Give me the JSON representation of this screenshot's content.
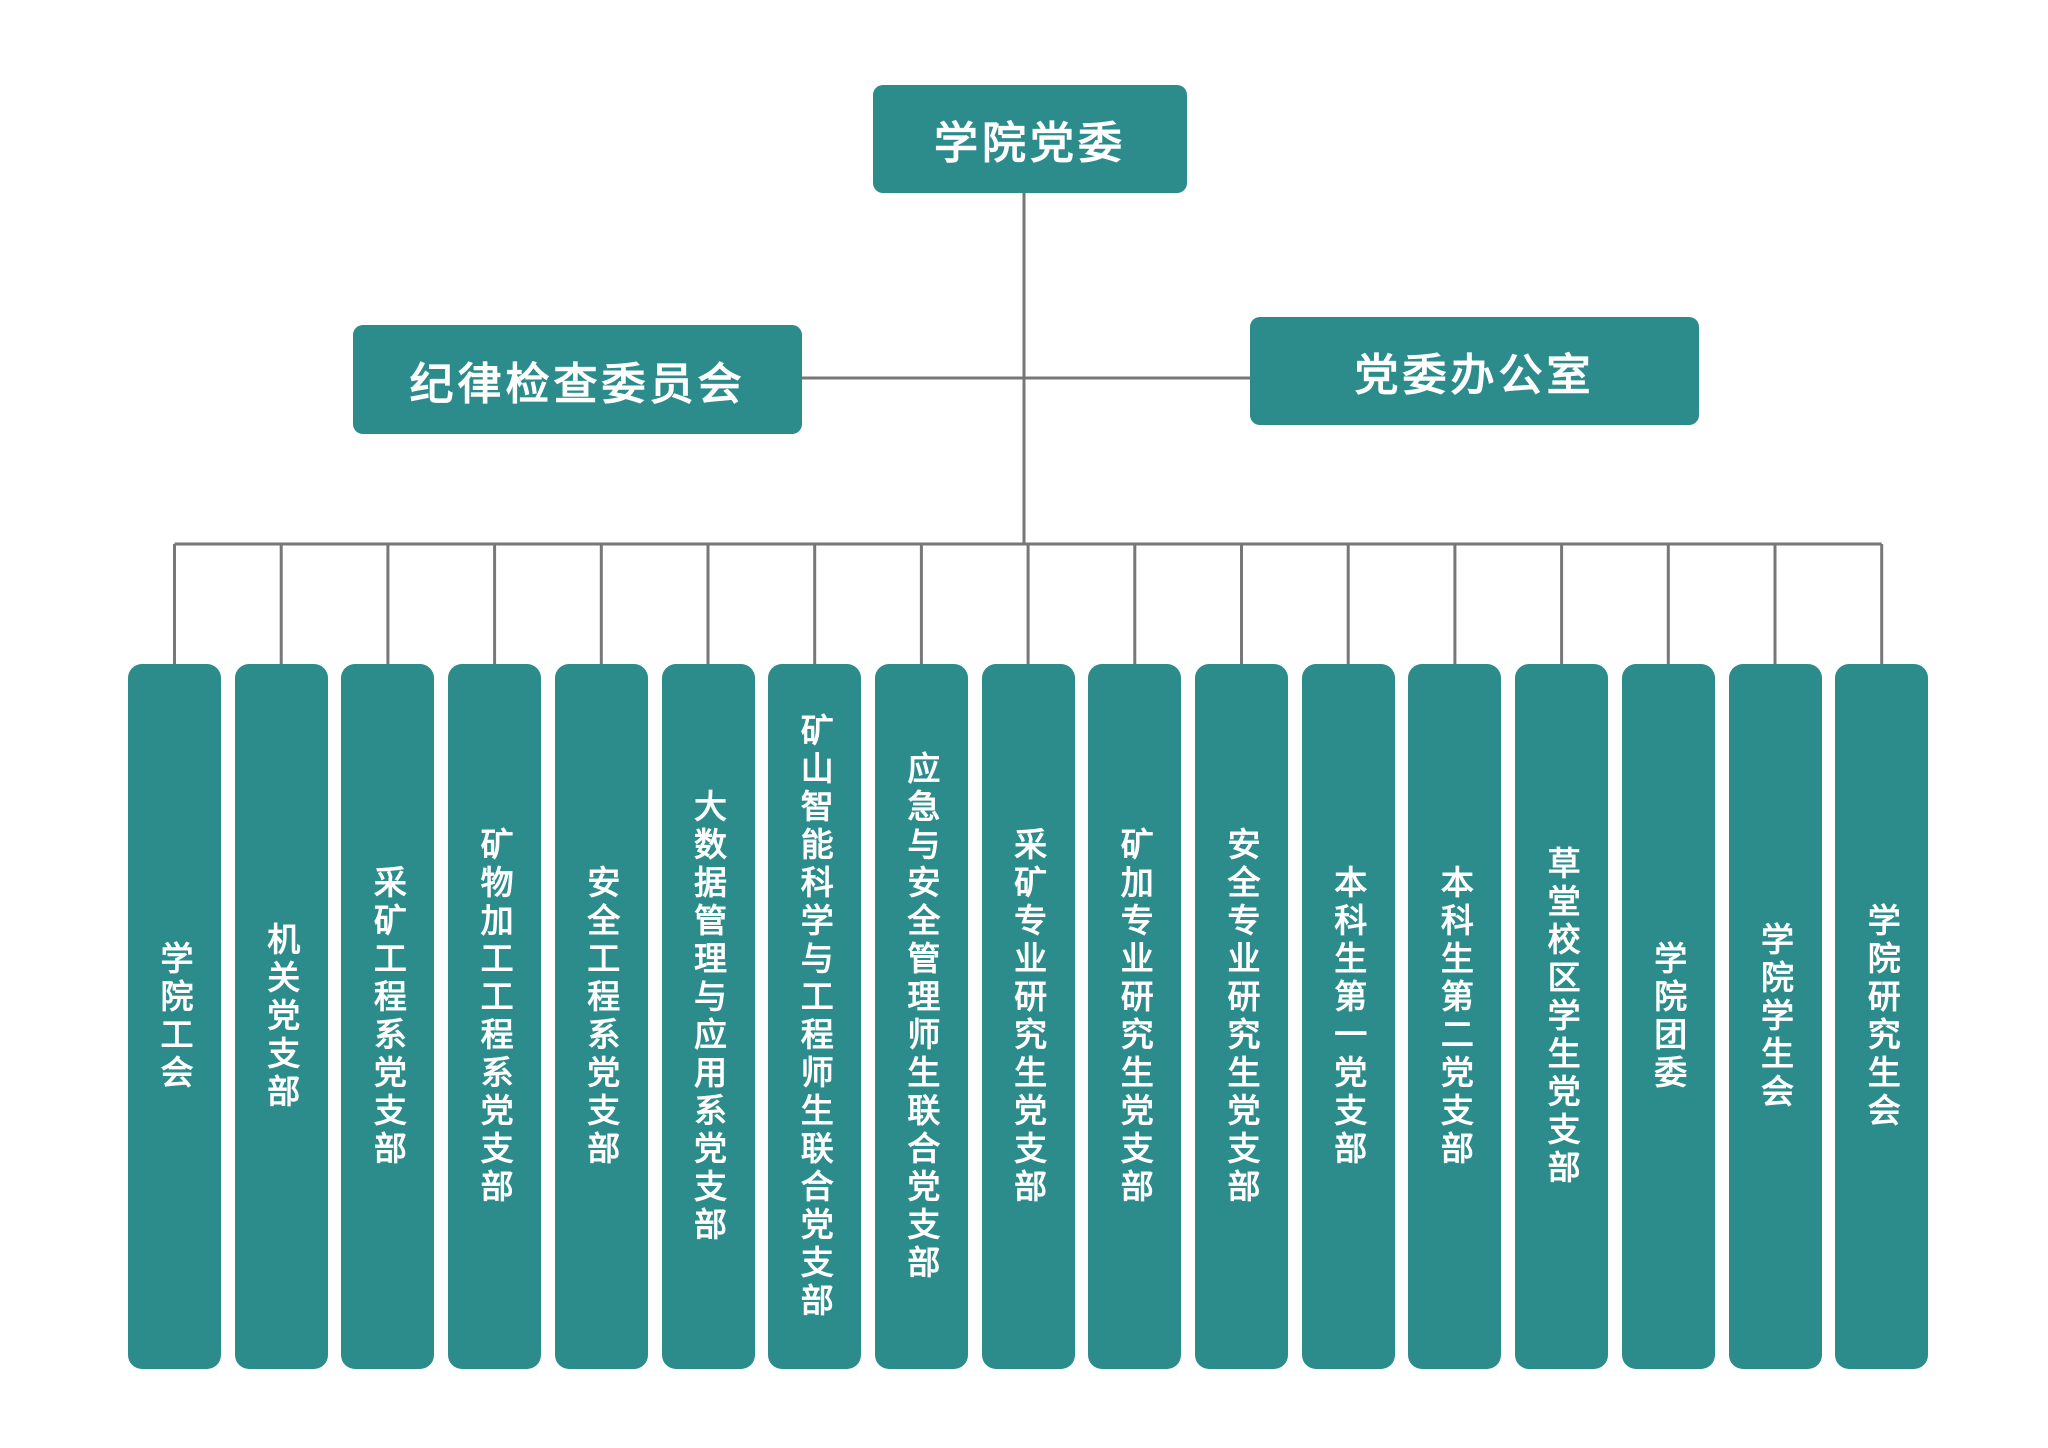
{
  "colors": {
    "box_fill": "#2b8c8b",
    "text": "#ffffff",
    "connector": "#777777",
    "background": "#ffffff"
  },
  "root": {
    "label": "学院党委"
  },
  "side_left": {
    "label": "纪律检查委员会"
  },
  "side_right": {
    "label": "党委办公室"
  },
  "units": [
    {
      "label": "学院工会"
    },
    {
      "label": "机关党支部"
    },
    {
      "label": "采矿工程系党支部"
    },
    {
      "label": "矿物加工工程系党支部"
    },
    {
      "label": "安全工程系党支部"
    },
    {
      "label": "大数据管理与应用系党支部"
    },
    {
      "label": "矿山智能科学与工程师生联合党支部"
    },
    {
      "label": "应急与安全管理师生联合党支部"
    },
    {
      "label": "采矿专业研究生党支部"
    },
    {
      "label": "矿加专业研究生党支部"
    },
    {
      "label": "安全专业研究生党支部"
    },
    {
      "label": "本科生第一党支部"
    },
    {
      "label": "本科生第二党支部"
    },
    {
      "label": "草堂校区学生党支部"
    },
    {
      "label": "学院团委"
    },
    {
      "label": "学院学生会"
    },
    {
      "label": "学院研究生会"
    }
  ]
}
